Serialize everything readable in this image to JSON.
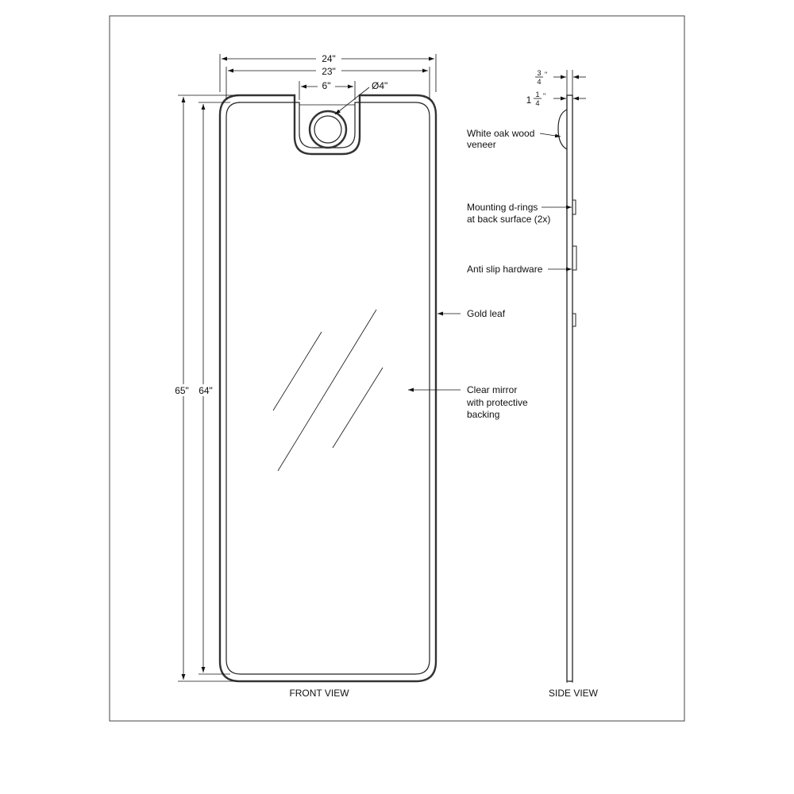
{
  "front_view": {
    "caption": "FRONT VIEW",
    "dim_overall_width": "24\"",
    "dim_mirror_width": "23\"",
    "dim_tab_width": "6\"",
    "dim_hole_diameter": "Ø4\"",
    "dim_overall_height": "65\"",
    "dim_mirror_height": "64\""
  },
  "side_view": {
    "caption": "SIDE VIEW",
    "dim_thickness_a_num": "3",
    "dim_thickness_a_den": "4",
    "dim_thickness_b_whole": "1",
    "dim_thickness_b_num": "1",
    "dim_thickness_b_den": "4",
    "inch_mark": "\""
  },
  "callouts": {
    "veneer_line1": "White oak wood",
    "veneer_line2": "veneer",
    "drings_line1": "Mounting d-rings",
    "drings_line2": "at back surface (2x)",
    "anti_slip": "Anti slip hardware",
    "gold_leaf": "Gold  leaf",
    "mirror_line1": "Clear  mirror",
    "mirror_line2": "with protective",
    "mirror_line3": "backing"
  }
}
